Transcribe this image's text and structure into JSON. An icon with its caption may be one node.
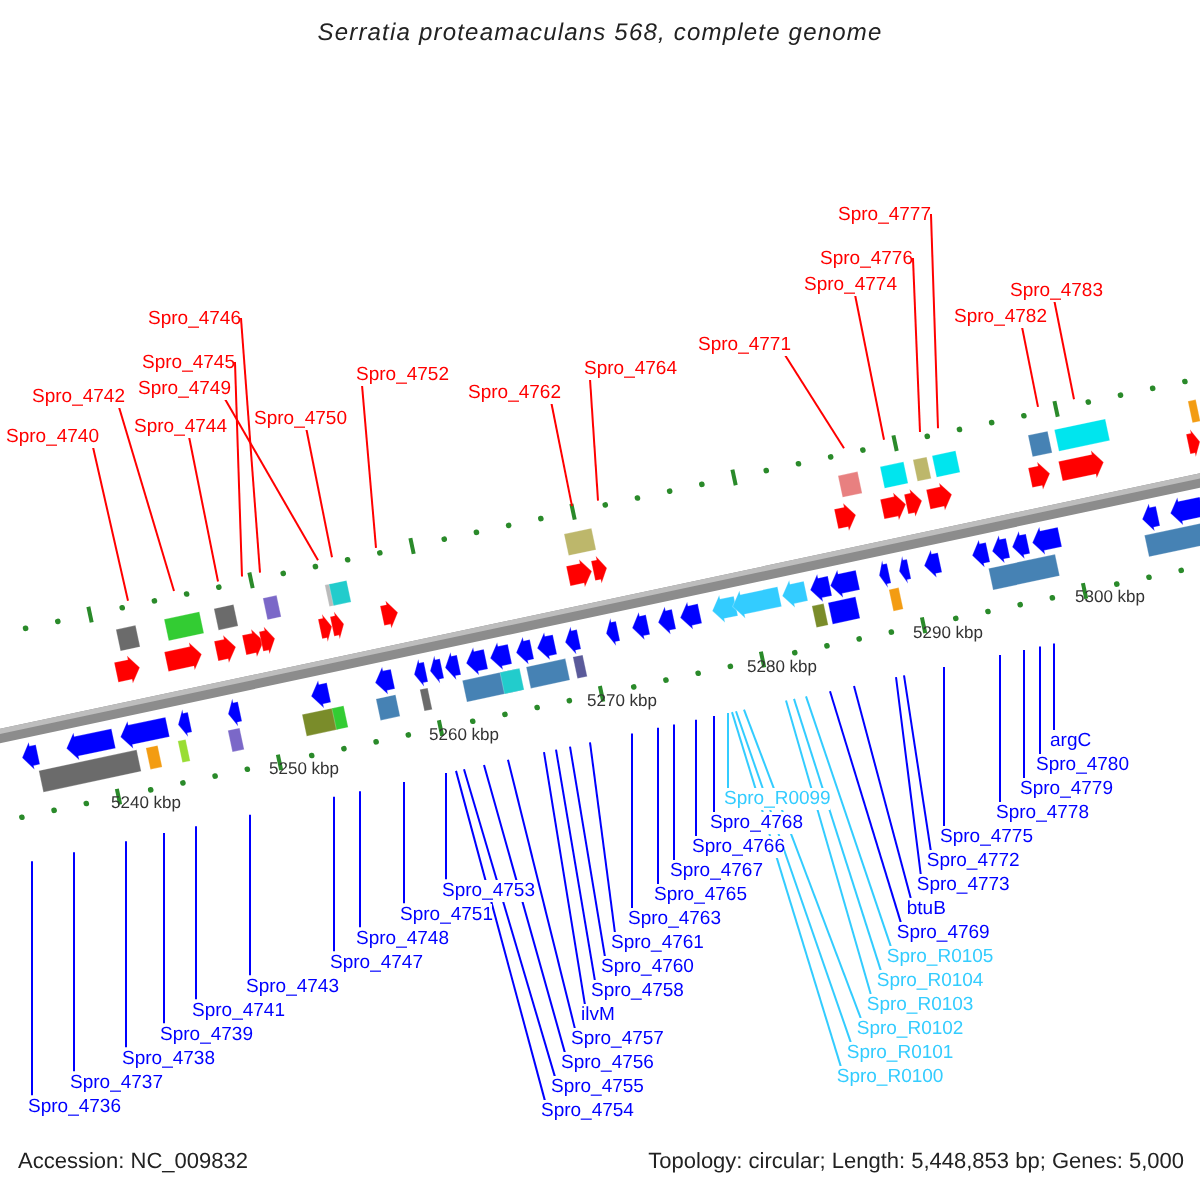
{
  "diagram": {
    "title": "Serratia proteamaculans 568, complete genome",
    "nodes": [
      {
        "text": [
          "Spro_4740"
        ]
      },
      {
        "text": [
          "Spro_4742"
        ]
      },
      {
        "text": [
          "Spro_4744"
        ]
      },
      {
        "text": [
          "Spro_4745"
        ]
      },
      {
        "text": [
          "Spro_4746"
        ]
      },
      {
        "text": [
          "Spro_4749"
        ]
      },
      {
        "text": [
          "Spro_4750"
        ]
      },
      {
        "text": [
          "Spro_4752"
        ]
      },
      {
        "text": [
          "Spro_4762"
        ]
      },
      {
        "text": [
          "Spro_4764"
        ]
      },
      {
        "text": [
          "Spro_4771"
        ]
      },
      {
        "text": [
          "Spro_4774"
        ]
      },
      {
        "text": [
          "Spro_4776"
        ]
      },
      {
        "text": [
          "Spro_4777"
        ]
      },
      {
        "text": [
          "Spro_4782"
        ]
      },
      {
        "text": [
          "Spro_4783"
        ]
      },
      {
        "text": [
          "Spro_4736"
        ]
      },
      {
        "text": [
          "Spro_4737"
        ]
      },
      {
        "text": [
          "Spro_4738"
        ]
      },
      {
        "text": [
          "Spro_4739"
        ]
      },
      {
        "text": [
          "Spro_4741"
        ]
      },
      {
        "text": [
          "Spro_4743"
        ]
      },
      {
        "text": [
          "Spro_4747"
        ]
      },
      {
        "text": [
          "Spro_4748"
        ]
      },
      {
        "text": [
          "Spro_4751"
        ]
      },
      {
        "text": [
          "Spro_4753"
        ]
      },
      {
        "text": [
          "Spro_4754"
        ]
      },
      {
        "text": [
          "Spro_4755"
        ]
      },
      {
        "text": [
          "Spro_4756"
        ]
      },
      {
        "text": [
          "Spro_4757"
        ]
      },
      {
        "text": [
          "ilvM"
        ]
      },
      {
        "text": [
          "Spro_4758"
        ]
      },
      {
        "text": [
          "Spro_4760"
        ]
      },
      {
        "text": [
          "Spro_4761"
        ]
      },
      {
        "text": [
          "Spro_4763"
        ]
      },
      {
        "text": [
          "Spro_4765"
        ]
      },
      {
        "text": [
          "Spro_4767"
        ]
      },
      {
        "text": [
          "Spro_4766"
        ]
      },
      {
        "text": [
          "Spro_4768"
        ]
      },
      {
        "text": [
          "Spro_R0099"
        ]
      },
      {
        "text": [
          "Spro_R0100"
        ]
      },
      {
        "text": [
          "Spro_R0101"
        ]
      },
      {
        "text": [
          "Spro_R0102"
        ]
      },
      {
        "text": [
          "Spro_R0103"
        ]
      },
      {
        "text": [
          "Spro_R0104"
        ]
      },
      {
        "text": [
          "Spro_R0105"
        ]
      },
      {
        "text": [
          "Spro_4769"
        ]
      },
      {
        "text": [
          "btuB"
        ]
      },
      {
        "text": [
          "Spro_4773"
        ]
      },
      {
        "text": [
          "Spro_4772"
        ]
      },
      {
        "text": [
          "Spro_4775"
        ]
      },
      {
        "text": [
          "Spro_4778"
        ]
      },
      {
        "text": [
          "Spro_4779"
        ]
      },
      {
        "text": [
          "Spro_4780"
        ]
      },
      {
        "text": [
          "argC"
        ]
      }
    ],
    "edges": [
      {
        "from": 0,
        "to": null,
        "arrow": "none",
        "color": "#ff0000"
      },
      {
        "from": 1,
        "to": null,
        "arrow": "none",
        "color": "#ff0000"
      },
      {
        "from": 2,
        "to": null,
        "arrow": "none",
        "color": "#ff0000"
      },
      {
        "from": 3,
        "to": null,
        "arrow": "none",
        "color": "#ff0000"
      },
      {
        "from": 4,
        "to": null,
        "arrow": "none",
        "color": "#ff0000"
      },
      {
        "from": 5,
        "to": null,
        "arrow": "none",
        "color": "#ff0000"
      },
      {
        "from": 6,
        "to": null,
        "arrow": "none",
        "color": "#ff0000"
      },
      {
        "from": 7,
        "to": null,
        "arrow": "none",
        "color": "#ff0000"
      },
      {
        "from": 8,
        "to": null,
        "arrow": "none",
        "color": "#ff0000"
      },
      {
        "from": 9,
        "to": null,
        "arrow": "none",
        "color": "#ff0000"
      },
      {
        "from": 10,
        "to": null,
        "arrow": "none",
        "color": "#ff0000"
      },
      {
        "from": 11,
        "to": null,
        "arrow": "none",
        "color": "#ff0000"
      },
      {
        "from": 12,
        "to": null,
        "arrow": "none",
        "color": "#ff0000"
      },
      {
        "from": 13,
        "to": null,
        "arrow": "none",
        "color": "#ff0000"
      },
      {
        "from": 14,
        "to": null,
        "arrow": "none",
        "color": "#ff0000"
      },
      {
        "from": 15,
        "to": null,
        "arrow": "none",
        "color": "#ff0000"
      },
      {
        "from": 16,
        "to": null,
        "arrow": "none"
      },
      {
        "from": 17,
        "to": null,
        "arrow": "none"
      },
      {
        "from": 18,
        "to": null,
        "arrow": "none"
      },
      {
        "from": 19,
        "to": null,
        "arrow": "none"
      },
      {
        "from": 20,
        "to": null,
        "arrow": "none"
      },
      {
        "from": 21,
        "to": null,
        "arrow": "none"
      },
      {
        "from": 22,
        "to": null,
        "arrow": "none"
      },
      {
        "from": 23,
        "to": null,
        "arrow": "none"
      },
      {
        "from": 24,
        "to": null,
        "arrow": "none"
      },
      {
        "from": 25,
        "to": null,
        "arrow": "none"
      },
      {
        "from": 26,
        "to": null,
        "arrow": "none"
      },
      {
        "from": 27,
        "to": null,
        "arrow": "none"
      },
      {
        "from": 28,
        "to": null,
        "arrow": "none"
      },
      {
        "from": 29,
        "to": null,
        "arrow": "none"
      },
      {
        "from": 30,
        "to": null,
        "arrow": "none"
      },
      {
        "from": 31,
        "to": null,
        "arrow": "none"
      },
      {
        "from": 32,
        "to": null,
        "arrow": "none"
      },
      {
        "from": 33,
        "to": null,
        "arrow": "none"
      },
      {
        "from": 34,
        "to": null,
        "arrow": "none"
      },
      {
        "from": 35,
        "to": null,
        "arrow": "none"
      },
      {
        "from": 36,
        "to": null,
        "arrow": "none"
      },
      {
        "from": 37,
        "to": null,
        "arrow": "none"
      },
      {
        "from": 38,
        "to": null,
        "arrow": "none"
      },
      {
        "from": 39,
        "to": null,
        "arrow": "none",
        "color": "#33ccff"
      },
      {
        "from": 40,
        "to": null,
        "arrow": "none",
        "color": "#33ccff"
      },
      {
        "from": 41,
        "to": null,
        "arrow": "none",
        "color": "#33ccff"
      },
      {
        "from": 42,
        "to": null,
        "arrow": "none",
        "color": "#33ccff"
      },
      {
        "from": 43,
        "to": null,
        "arrow": "none",
        "color": "#33ccff"
      },
      {
        "from": 44,
        "to": null,
        "arrow": "none",
        "color": "#33ccff"
      },
      {
        "from": 45,
        "to": null,
        "arrow": "none",
        "color": "#33ccff"
      },
      {
        "from": 46,
        "to": null,
        "arrow": "none"
      },
      {
        "from": 47,
        "to": null,
        "arrow": "none"
      },
      {
        "from": 48,
        "to": null,
        "arrow": "none"
      },
      {
        "from": 49,
        "to": null,
        "arrow": "none"
      },
      {
        "from": 50,
        "to": null,
        "arrow": "none"
      },
      {
        "from": 51,
        "to": null,
        "arrow": "none"
      },
      {
        "from": 52,
        "to": null,
        "arrow": "none"
      },
      {
        "from": 53,
        "to": null,
        "arrow": "none"
      },
      {
        "from": 54,
        "to": null,
        "arrow": "none"
      }
    ],
    "labels": [
      "5240 kbp",
      "5250 kbp",
      "5260 kbp",
      "5270 kbp",
      "5280 kbp",
      "5290 kbp",
      "5300 kbp",
      "Accession: NC_009832",
      "Topology: circular; Length: 5,448,853 bp; Genes: 5,000"
    ]
  }
}
